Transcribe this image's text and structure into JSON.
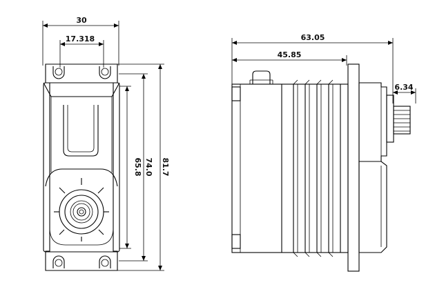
{
  "front_view": {
    "width_label": "30",
    "hole_spacing_label": "17.318",
    "height_65_label": "65.8",
    "height_74_label": "74.0",
    "height_81_label": "81.7"
  },
  "side_view": {
    "total_length_label": "63.05",
    "body_length_label": "45.85",
    "spline_length_label": "6.34"
  }
}
